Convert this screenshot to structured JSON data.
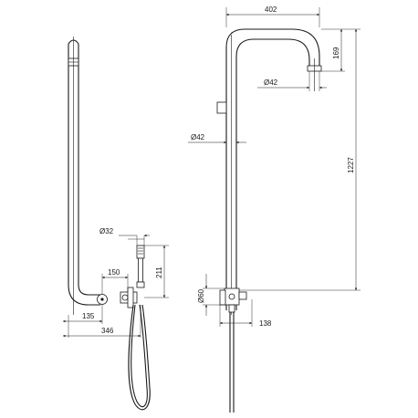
{
  "labels": {
    "d32": "Ø32",
    "w150": "150",
    "h211": "211",
    "w135": "135",
    "w346": "346",
    "w402": "402",
    "h169": "169",
    "d42_top": "Ø42",
    "d42_mid": "Ø42",
    "h1227": "1227",
    "d60": "Ø60",
    "w138": "138"
  }
}
